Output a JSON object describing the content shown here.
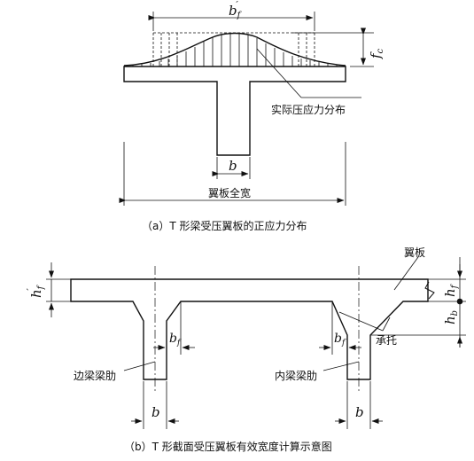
{
  "diagram_a": {
    "labels": {
      "bf_prime": "b",
      "bf_prime_sub": "f",
      "bf_prime_mark": "′",
      "fc": "f",
      "fc_sub": "c",
      "actual_stress": "实际压应力分布",
      "b": "b",
      "flange_full_width": "翼板全宽"
    },
    "caption": "（a）T 形梁受压翼板的正应力分布"
  },
  "diagram_b": {
    "labels": {
      "hf_prime": "h",
      "hf_prime_sub": "f",
      "hf_prime_mark": "′",
      "flange": "翼板",
      "hf": "h",
      "hf_sub": "f",
      "hb": "h",
      "hb_sub": "b",
      "haunch": "承托",
      "bf_left": "b",
      "bf_left_sub": "f",
      "bf_right": "b",
      "bf_right_sub": "f",
      "edge_rib": "边梁梁肋",
      "inner_rib": "内梁梁肋",
      "b_left": "b",
      "b_right": "b"
    },
    "caption": "（b）T 形截面受压翼板有效宽度计算示意图"
  }
}
